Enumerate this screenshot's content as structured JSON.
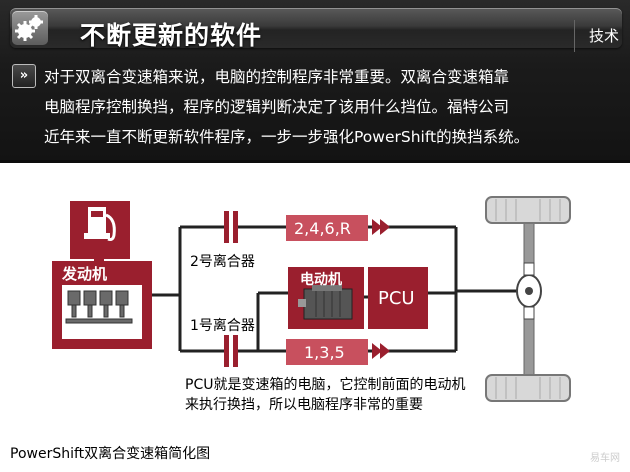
{
  "header": {
    "title": "不断更新的软件",
    "tag": "技术",
    "intro_lines": [
      "对于双离合变速箱来说，电脑的控制程序非常重要。双离合变速箱靠",
      "电脑程序控制换挡，程序的逻辑判断决定了该用什么挡位。福特公司",
      "近年来一直不断更新软件程序，一步一步强化PowerShift的换挡系统。"
    ]
  },
  "diagram": {
    "engine_label": "发动机",
    "motor_label": "电动机",
    "pcu_label": "PCU",
    "gear_even_label": "2,4,6,R",
    "gear_odd_label": "1,3,5",
    "clutch2_label": "2号离合器",
    "clutch1_label": "1号离合器",
    "caption_lines": [
      "PCU就是变速箱的电脑，它控制前面的电动机",
      "来执行换挡，所以电脑程序非常的重要"
    ],
    "footer_caption": "PowerShift双离合变速箱简化图",
    "watermark": "易车网",
    "colors": {
      "accent_red": "#9a1f2e",
      "light_red": "#c8505e",
      "axle_gray": "#888888"
    }
  }
}
